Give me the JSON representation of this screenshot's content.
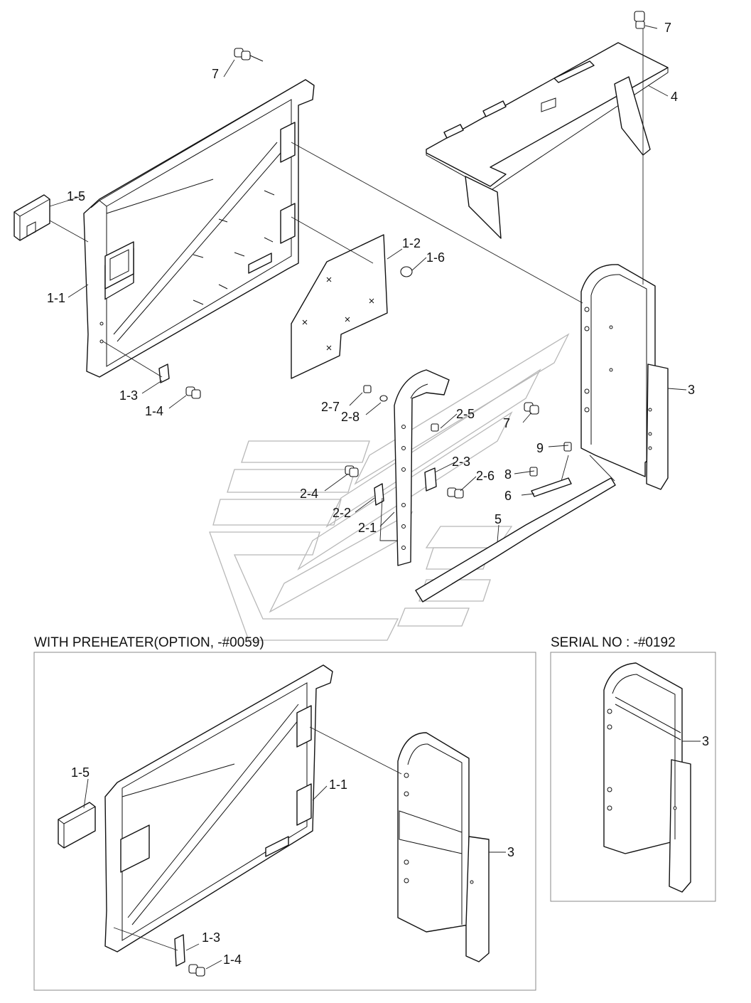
{
  "labels": {
    "l7a": "7",
    "l4": "4",
    "l7b": "7",
    "l1_5": "1-5",
    "l1_1": "1-1",
    "l1_2": "1-2",
    "l1_6": "1-6",
    "l1_3": "1-3",
    "l1_4": "1-4",
    "l3a": "3",
    "l2_7": "2-7",
    "l2_8": "2-8",
    "l2_5": "2-5",
    "l7c": "7",
    "l9": "9",
    "l2_3": "2-3",
    "l8": "8",
    "l2_6": "2-6",
    "l2_4": "2-4",
    "l6": "6",
    "l2_2": "2-2",
    "l2_1": "2-1",
    "l5": "5"
  },
  "inset_preheater": {
    "title": "WITH PREHEATER(OPTION, -#0059)",
    "l1_5": "1-5",
    "l1_1": "1-1",
    "l3": "3",
    "l1_3": "1-3",
    "l1_4": "1-4"
  },
  "inset_serial": {
    "title": "SERIAL NO : -#0192",
    "l3": "3"
  },
  "colors": {
    "line": "#111111",
    "watermark": "#b8b8b8",
    "frame": "#888888"
  }
}
